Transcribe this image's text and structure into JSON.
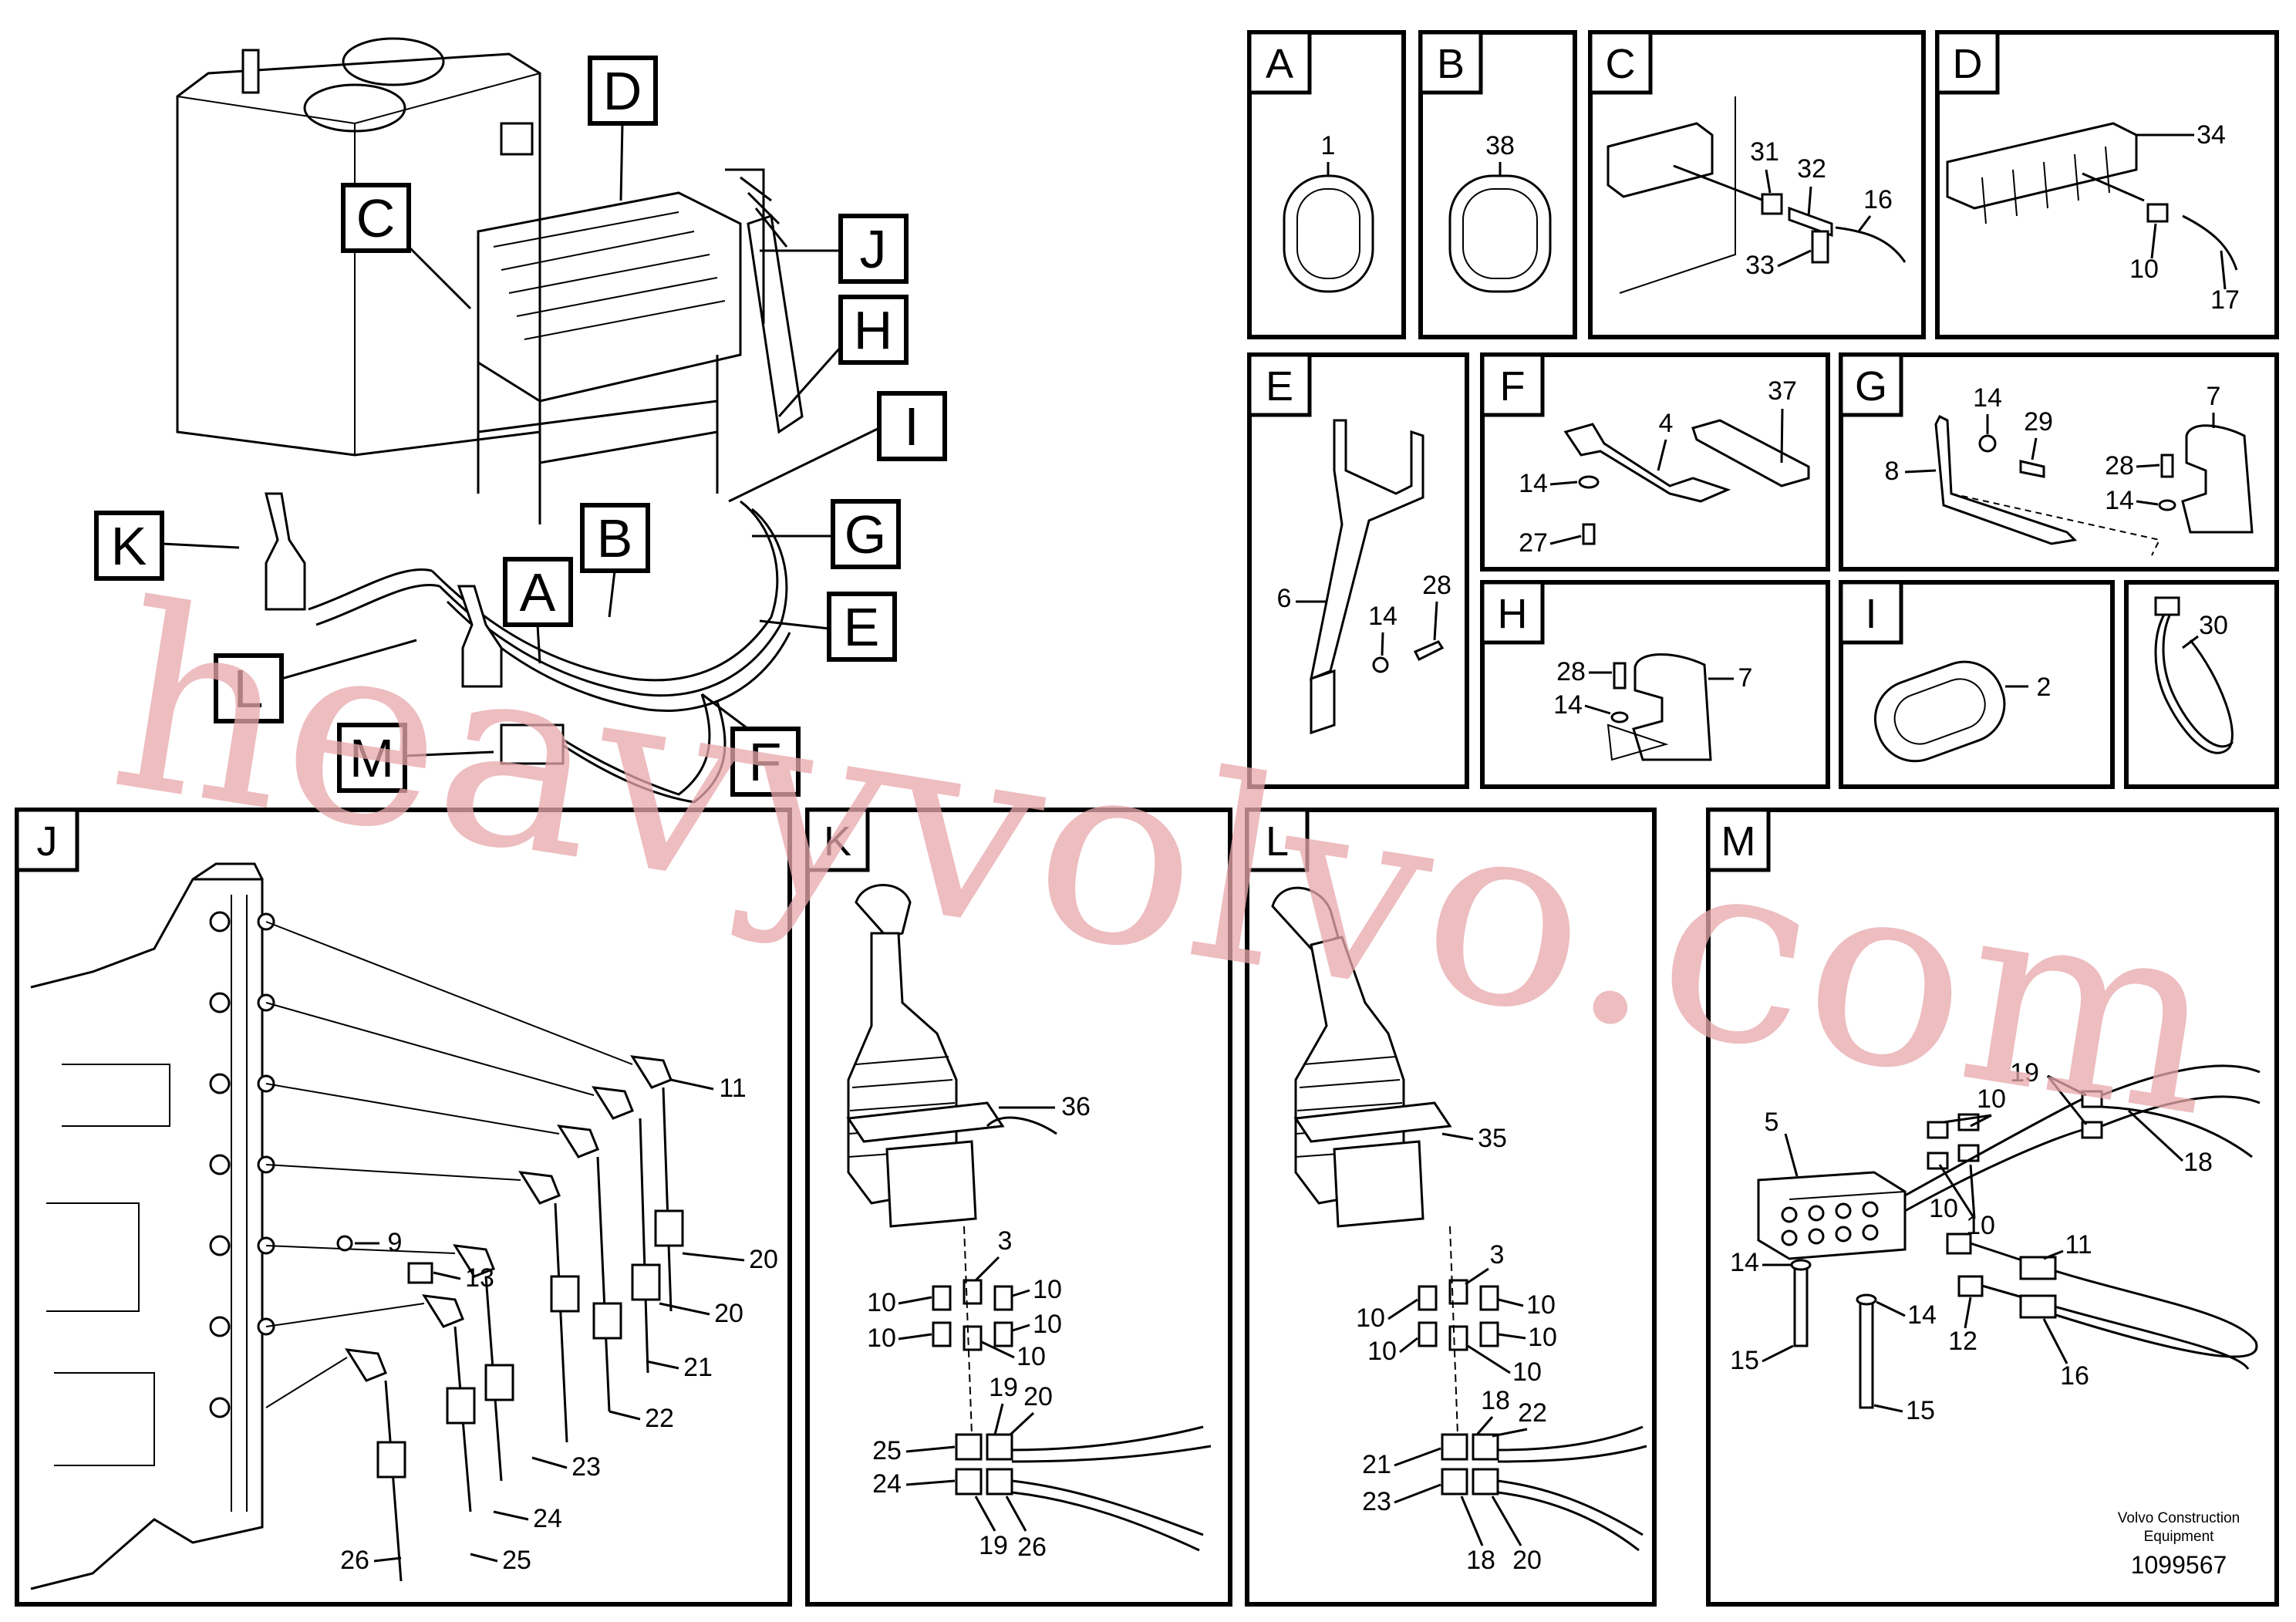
{
  "overview": {
    "callouts": [
      "D",
      "C",
      "J",
      "H",
      "I",
      "K",
      "B",
      "G",
      "A",
      "E",
      "L",
      "F",
      "M"
    ]
  },
  "panels": {
    "A": {
      "label": "A",
      "parts": [
        "1"
      ]
    },
    "B": {
      "label": "B",
      "parts": [
        "38"
      ]
    },
    "C": {
      "label": "C",
      "parts": [
        "31",
        "32",
        "16",
        "33"
      ]
    },
    "D": {
      "label": "D",
      "parts": [
        "34",
        "10",
        "17"
      ]
    },
    "E": {
      "label": "E",
      "parts": [
        "6",
        "14",
        "28"
      ]
    },
    "F": {
      "label": "F",
      "parts": [
        "4",
        "37",
        "14",
        "27"
      ]
    },
    "G": {
      "label": "G",
      "parts": [
        "14",
        "29",
        "7",
        "8",
        "28",
        "14"
      ]
    },
    "H": {
      "label": "H",
      "parts": [
        "28",
        "7",
        "14"
      ]
    },
    "I": {
      "label": "I",
      "parts": [
        "2"
      ]
    },
    "Ib": {
      "parts": [
        "30"
      ]
    },
    "J": {
      "label": "J",
      "parts": [
        "11",
        "9",
        "13",
        "20",
        "20",
        "21",
        "22",
        "23",
        "24",
        "26",
        "25"
      ]
    },
    "K": {
      "label": "K",
      "parts": [
        "36",
        "3",
        "10",
        "10",
        "10",
        "10",
        "10",
        "19",
        "20",
        "25",
        "24",
        "19",
        "26"
      ]
    },
    "L": {
      "label": "L",
      "parts": [
        "35",
        "3",
        "10",
        "10",
        "10",
        "10",
        "10",
        "18",
        "22",
        "21",
        "23",
        "18",
        "20"
      ]
    },
    "M": {
      "label": "M",
      "parts": [
        "19",
        "10",
        "5",
        "18",
        "10",
        "10",
        "14",
        "14",
        "15",
        "12",
        "11",
        "16",
        "15"
      ]
    }
  },
  "footer": {
    "publisher": "Volvo Construction Equipment",
    "publisher_line1": "Volvo Construction",
    "publisher_line2": "Equipment",
    "drawing_number": "1099567"
  },
  "watermark": "heavyvolvo.com"
}
